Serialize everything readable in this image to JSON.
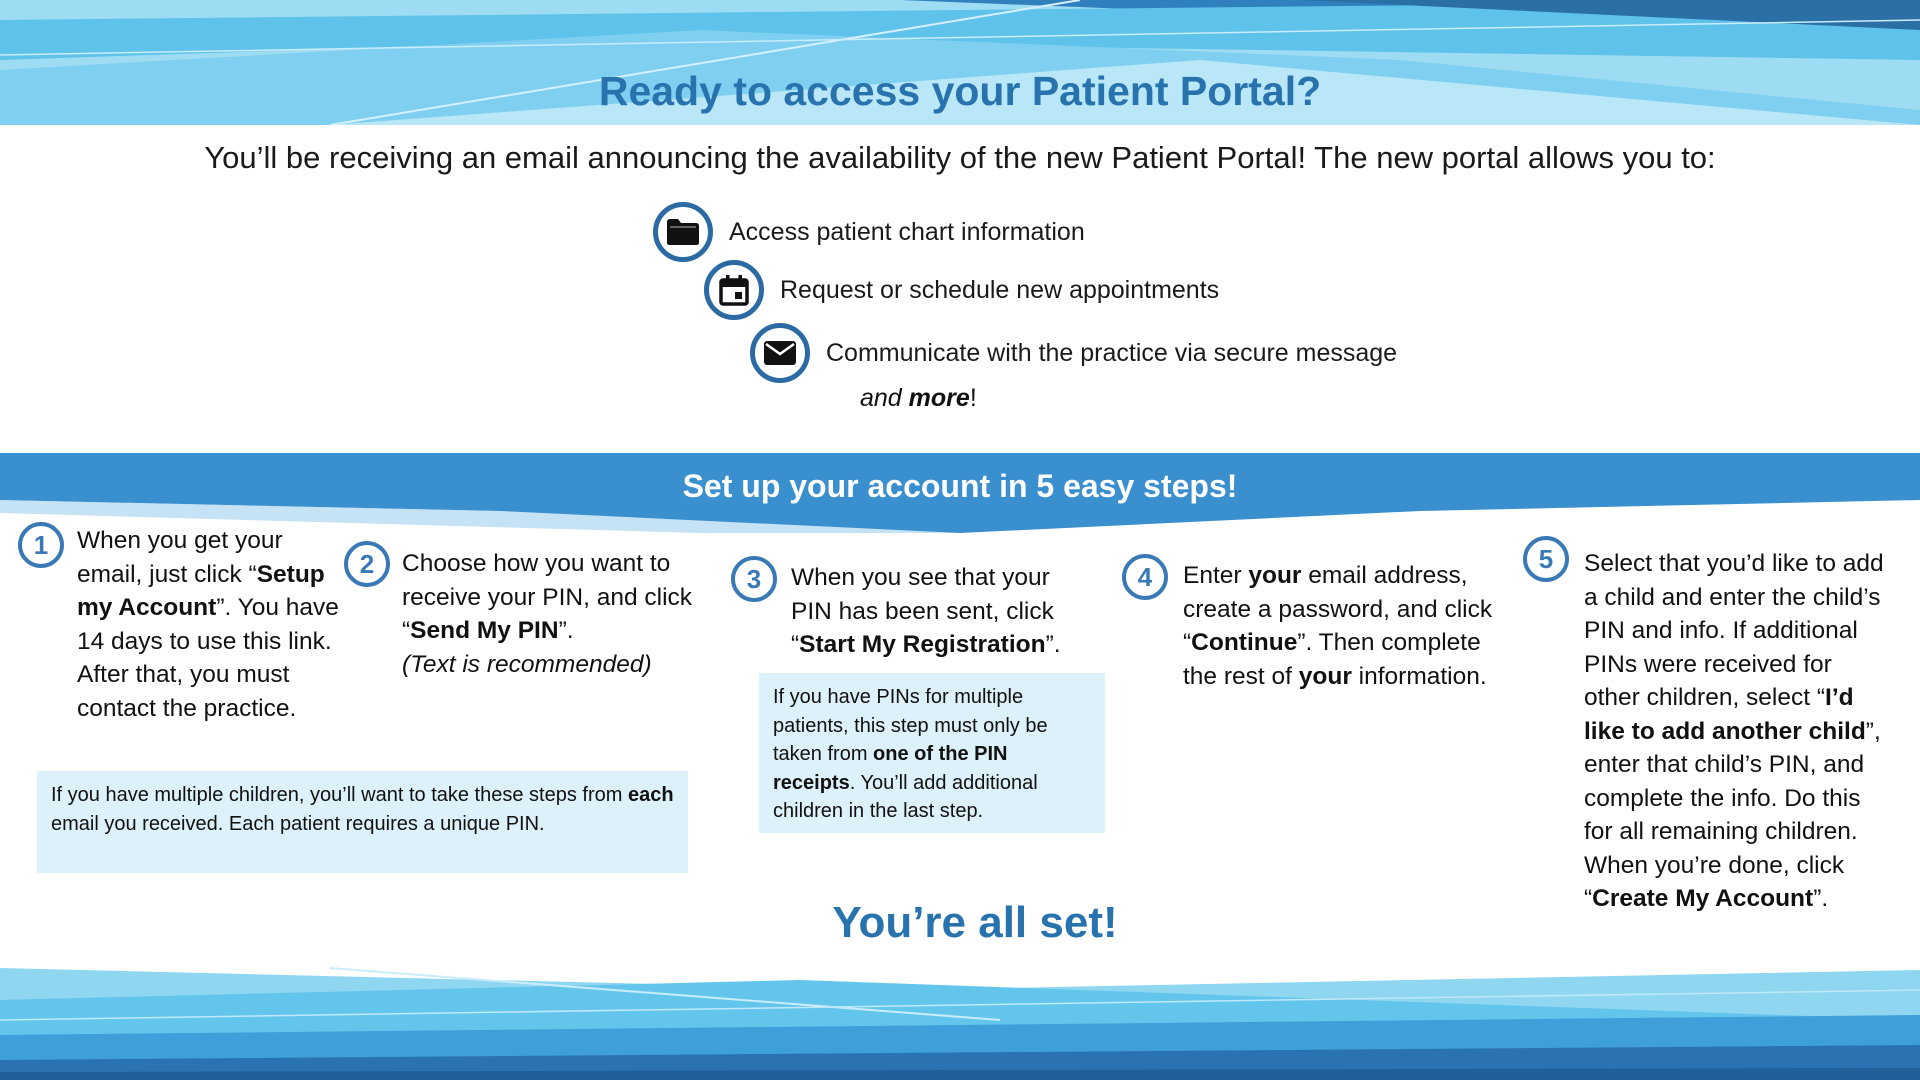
{
  "title": "Ready to access your Patient Portal?",
  "intro": "You’ll be receiving an email announcing the availability of the new Patient Portal! The new portal allows you to:",
  "features": [
    {
      "icon": "folder-icon",
      "label": "Access patient chart information"
    },
    {
      "icon": "calendar-icon",
      "label": "Request or schedule new appointments"
    },
    {
      "icon": "envelope-icon",
      "label": "Communicate with the practice via secure message"
    }
  ],
  "and_more": {
    "and": "and",
    "more": "more",
    "end": "!"
  },
  "steps_heading": "Set up your account in 5 easy steps!",
  "steps": [
    {
      "num": "1",
      "t1": "When you get your email, just click “",
      "b1": "Setup my Account",
      "t2": "”. You have 14 days to use this link. After that, you must contact the practice."
    },
    {
      "num": "2",
      "t1": "Choose how you want to receive your PIN, and click “",
      "b1": "Send My PIN",
      "t2": "”.",
      "italic": "(Text is recommended)"
    },
    {
      "num": "3",
      "t1": "When you see that your PIN has been sent, click “",
      "b1": "Start My Registration",
      "t2": "”."
    },
    {
      "num": "4",
      "t1": "Enter ",
      "b1": "your",
      "t2": " email address, create a password, and click “",
      "b2": "Continue",
      "t3": "”. Then complete the rest of ",
      "b3": "your",
      "t4": " information."
    },
    {
      "num": "5",
      "t1": "Select that you’d like to add a child and enter the child’s PIN and info. If additional PINs were received for other children, select “",
      "b1": "I’d like to add another child",
      "t2": "”, enter that child’s PIN, and complete the info. Do this for all remaining children. When you’re done, click “",
      "b2": "Create My Account",
      "t3": "”."
    }
  ],
  "notes": {
    "children": {
      "t1": "If you have multiple children, you’ll want to take these steps from ",
      "b1": "each",
      "t2": " email you received. Each patient requires a unique PIN."
    },
    "pins": {
      "t1": "If you have PINs for multiple patients, this step must only be taken from ",
      "b1": "one of the PIN receipts",
      "t2": ". You’ll add additional children in the last step."
    }
  },
  "closing": "You’re all set!",
  "colors": {
    "title_blue": "#2873ae",
    "band_blue": "#3a8fcf",
    "note_bg": "#dcf1f9",
    "icon_ring": "#2c6aa3"
  }
}
